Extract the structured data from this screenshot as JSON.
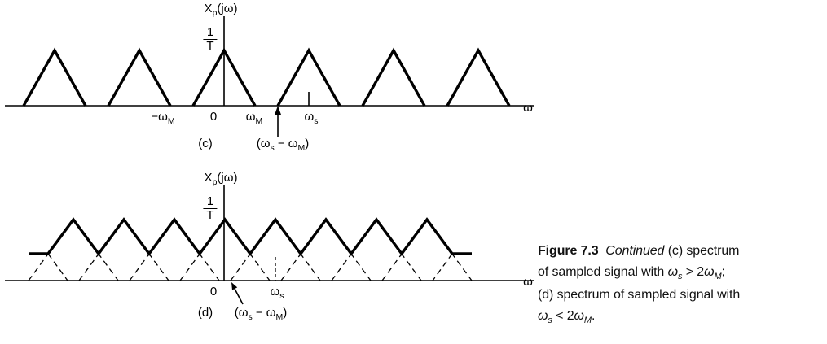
{
  "diagram_c": {
    "y_axis_label": [
      {
        "t": "X"
      },
      {
        "t": "p",
        "sub": true
      },
      {
        "t": "(jω)"
      }
    ],
    "peak_value": {
      "num": "1",
      "den": "T"
    },
    "x_labels": {
      "neg_omega_m": [
        {
          "t": "−ω"
        },
        {
          "t": "M",
          "sub": true
        }
      ],
      "zero": "0",
      "omega_m": [
        {
          "t": "ω"
        },
        {
          "t": "M",
          "sub": true
        }
      ],
      "omega_s": [
        {
          "t": "ω"
        },
        {
          "t": "s",
          "sub": true
        }
      ],
      "omega": "ω"
    },
    "annotation": [
      {
        "t": "(ω"
      },
      {
        "t": "s",
        "sub": true
      },
      {
        "t": " − ω"
      },
      {
        "t": "M",
        "sub": true
      },
      {
        "t": ")"
      }
    ],
    "panel_label": "(c)"
  },
  "diagram_d": {
    "y_axis_label": [
      {
        "t": "X"
      },
      {
        "t": "p",
        "sub": true
      },
      {
        "t": "(jω)"
      }
    ],
    "peak_value": {
      "num": "1",
      "den": "T"
    },
    "x_labels": {
      "zero": "0",
      "omega_s": [
        {
          "t": "ω"
        },
        {
          "t": "s",
          "sub": true
        }
      ],
      "omega": "ω"
    },
    "annotation": [
      {
        "t": "(ω"
      },
      {
        "t": "s",
        "sub": true
      },
      {
        "t": " − ω"
      },
      {
        "t": "M",
        "sub": true
      },
      {
        "t": ")"
      }
    ],
    "panel_label": "(d)"
  },
  "caption": {
    "segments": [
      {
        "t": "Figure 7.3",
        "b": true
      },
      {
        "t": "  "
      },
      {
        "t": "Continued",
        "i": true
      },
      {
        "t": " (c) spectrum"
      },
      {
        "br": true
      },
      {
        "t": "of sampled signal with "
      },
      {
        "t": "ω",
        "i": true
      },
      {
        "t": "s",
        "sub": true,
        "i": true
      },
      {
        "t": " > 2"
      },
      {
        "t": "ω",
        "i": true
      },
      {
        "t": "M",
        "sub": true,
        "i": true
      },
      {
        "t": ";"
      },
      {
        "br": true
      },
      {
        "t": "(d) spectrum of sampled signal with"
      },
      {
        "br": true
      },
      {
        "t": "ω",
        "i": true
      },
      {
        "t": "s",
        "sub": true,
        "i": true
      },
      {
        "t": " < 2"
      },
      {
        "t": "ω",
        "i": true
      },
      {
        "t": "M",
        "sub": true,
        "i": true
      },
      {
        "t": "."
      }
    ]
  }
}
